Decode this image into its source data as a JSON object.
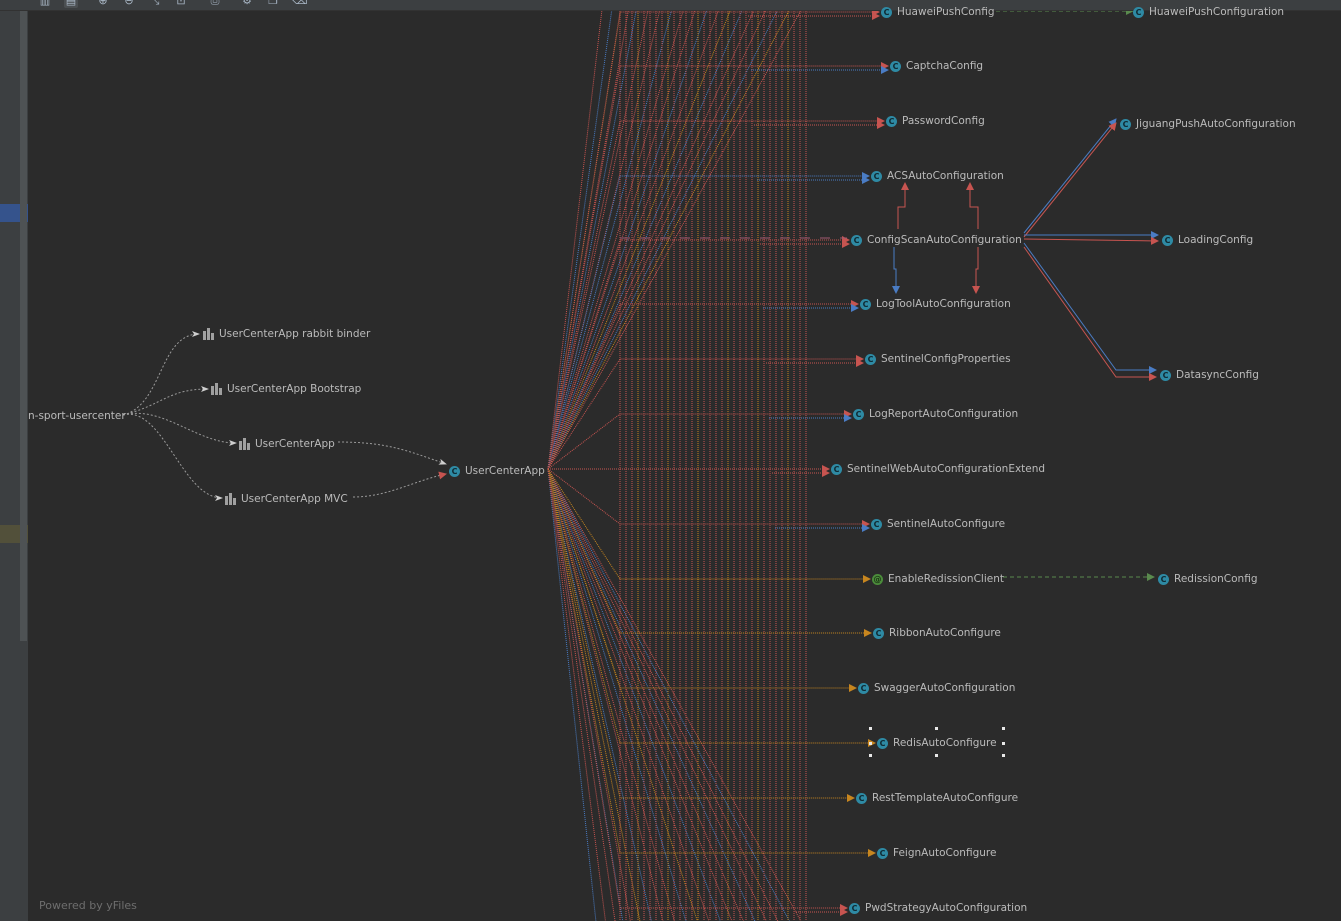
{
  "toolbar": {
    "buttons": [
      {
        "name": "layout-icon",
        "glyph": "▥"
      },
      {
        "name": "fit-icon",
        "glyph": "▤"
      },
      {
        "name": "zoom-in-icon",
        "glyph": "⊕"
      },
      {
        "name": "zoom-out-icon",
        "glyph": "⊖"
      },
      {
        "name": "actual-size-icon",
        "glyph": "⤡"
      },
      {
        "name": "export-icon",
        "glyph": "⊡"
      },
      {
        "name": "print-icon",
        "glyph": "⎙"
      },
      {
        "name": "settings-icon",
        "glyph": "⚙"
      },
      {
        "name": "copy-icon",
        "glyph": "❐"
      },
      {
        "name": "delete-icon",
        "glyph": "⌫"
      }
    ]
  },
  "colors": {
    "background": "#2b2b2b",
    "edge_red": "#c75450",
    "edge_blue": "#4a7cc4",
    "edge_orange": "#c7861f",
    "edge_dotted": "#9a9a9a",
    "edge_dashed_green": "#5a8a4e"
  },
  "diagram": {
    "root_label": "n-sport-usercenter",
    "modules": [
      {
        "label": "UserCenterApp rabbit binder"
      },
      {
        "label": "UserCenterApp Bootstrap"
      },
      {
        "label": "UserCenterApp"
      },
      {
        "label": "UserCenterApp MVC"
      }
    ],
    "main_class": "UserCenterApp",
    "classes": [
      {
        "label": "HuaweiPushConfig"
      },
      {
        "label": "CaptchaConfig"
      },
      {
        "label": "PasswordConfig"
      },
      {
        "label": "ACSAutoConfiguration"
      },
      {
        "label": "ConfigScanAutoConfiguration"
      },
      {
        "label": "LogToolAutoConfiguration"
      },
      {
        "label": "SentinelConfigProperties"
      },
      {
        "label": "LogReportAutoConfiguration"
      },
      {
        "label": "SentinelWebAutoConfigurationExtend"
      },
      {
        "label": "SentinelAutoConfigure"
      },
      {
        "label": "EnableRedissionClient"
      },
      {
        "label": "RibbonAutoConfigure"
      },
      {
        "label": "SwaggerAutoConfiguration"
      },
      {
        "label": "RedisAutoConfigure"
      },
      {
        "label": "RestTemplateAutoConfigure"
      },
      {
        "label": "FeignAutoConfigure"
      },
      {
        "label": "PwdStrategyAutoConfiguration"
      }
    ],
    "right_classes": [
      {
        "label": "HuaweiPushConfiguration"
      },
      {
        "label": "JiguangPushAutoConfiguration"
      },
      {
        "label": "LoadingConfig"
      },
      {
        "label": "DatasyncConfig"
      },
      {
        "label": "RedissionConfig"
      }
    ]
  },
  "footer": {
    "powered": "Powered by yFiles"
  }
}
